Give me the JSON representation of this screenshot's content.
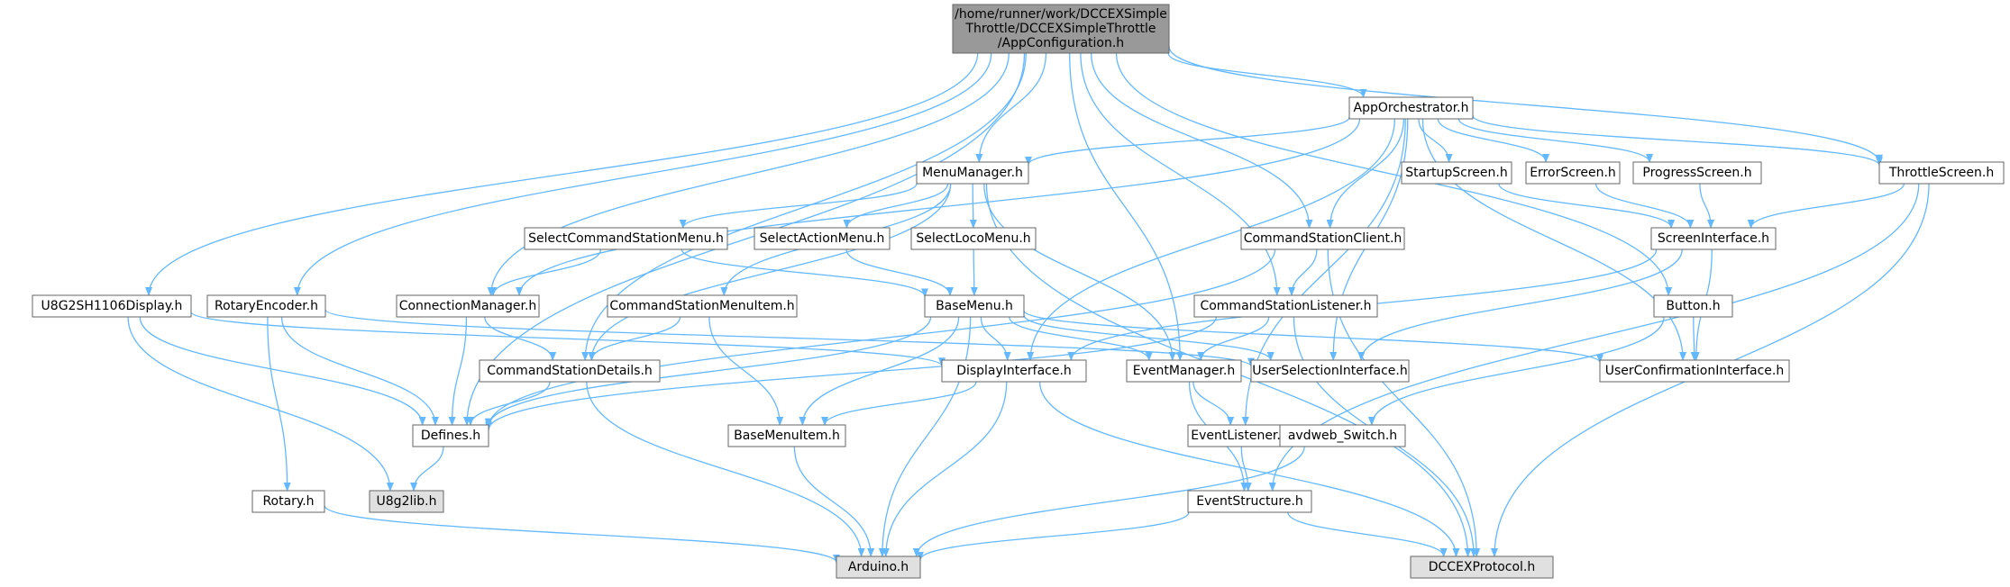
{
  "colors": {
    "edge": "#63b8ff",
    "node_fill": "#ffffff",
    "root_fill": "#999999",
    "external_fill": "#e0e0e0",
    "node_border": "#666666"
  },
  "nodes": [
    {
      "id": "root",
      "kind": "root",
      "lines": [
        "/home/runner/work/DCCEXSimple",
        "Throttle/DCCEXSimpleThrottle",
        "/AppConfiguration.h"
      ]
    },
    {
      "id": "apporch",
      "kind": "normal",
      "lines": [
        "AppOrchestrator.h"
      ]
    },
    {
      "id": "menumgr",
      "kind": "normal",
      "lines": [
        "MenuManager.h"
      ]
    },
    {
      "id": "startup",
      "kind": "normal",
      "lines": [
        "StartupScreen.h"
      ]
    },
    {
      "id": "error",
      "kind": "normal",
      "lines": [
        "ErrorScreen.h"
      ]
    },
    {
      "id": "progress",
      "kind": "normal",
      "lines": [
        "ProgressScreen.h"
      ]
    },
    {
      "id": "throttle",
      "kind": "normal",
      "lines": [
        "ThrottleScreen.h"
      ]
    },
    {
      "id": "selcmd",
      "kind": "normal",
      "lines": [
        "SelectCommandStationMenu.h"
      ]
    },
    {
      "id": "selaction",
      "kind": "normal",
      "lines": [
        "SelectActionMenu.h"
      ]
    },
    {
      "id": "selloco",
      "kind": "normal",
      "lines": [
        "SelectLocoMenu.h"
      ]
    },
    {
      "id": "csclient",
      "kind": "normal",
      "lines": [
        "CommandStationClient.h"
      ]
    },
    {
      "id": "screenif",
      "kind": "normal",
      "lines": [
        "ScreenInterface.h"
      ]
    },
    {
      "id": "u8g2disp",
      "kind": "normal",
      "lines": [
        "U8G2SH1106Display.h"
      ]
    },
    {
      "id": "rotenc",
      "kind": "normal",
      "lines": [
        "RotaryEncoder.h"
      ]
    },
    {
      "id": "connmgr",
      "kind": "normal",
      "lines": [
        "ConnectionManager.h"
      ]
    },
    {
      "id": "csmenuitem",
      "kind": "normal",
      "lines": [
        "CommandStationMenuItem.h"
      ]
    },
    {
      "id": "basemenu",
      "kind": "normal",
      "lines": [
        "BaseMenu.h"
      ]
    },
    {
      "id": "cslistener",
      "kind": "normal",
      "lines": [
        "CommandStationListener.h"
      ]
    },
    {
      "id": "button",
      "kind": "normal",
      "lines": [
        "Button.h"
      ]
    },
    {
      "id": "csdetails",
      "kind": "normal",
      "lines": [
        "CommandStationDetails.h"
      ]
    },
    {
      "id": "displayif",
      "kind": "normal",
      "lines": [
        "DisplayInterface.h"
      ]
    },
    {
      "id": "eventmgr",
      "kind": "normal",
      "lines": [
        "EventManager.h"
      ]
    },
    {
      "id": "userselif",
      "kind": "normal",
      "lines": [
        "UserSelectionInterface.h"
      ]
    },
    {
      "id": "userconfif",
      "kind": "normal",
      "lines": [
        "UserConfirmationInterface.h"
      ]
    },
    {
      "id": "defines",
      "kind": "normal",
      "lines": [
        "Defines.h"
      ]
    },
    {
      "id": "basemenuitem",
      "kind": "normal",
      "lines": [
        "BaseMenuItem.h"
      ]
    },
    {
      "id": "eventlistener",
      "kind": "normal",
      "lines": [
        "EventListener.h"
      ]
    },
    {
      "id": "avdweb",
      "kind": "normal",
      "lines": [
        "avdweb_Switch.h"
      ]
    },
    {
      "id": "rotary",
      "kind": "normal",
      "lines": [
        "Rotary.h"
      ]
    },
    {
      "id": "u8g2lib",
      "kind": "external",
      "lines": [
        "U8g2lib.h"
      ]
    },
    {
      "id": "eventstruct",
      "kind": "normal",
      "lines": [
        "EventStructure.h"
      ]
    },
    {
      "id": "arduino",
      "kind": "external",
      "lines": [
        "Arduino.h"
      ]
    },
    {
      "id": "dccexproto",
      "kind": "external",
      "lines": [
        "DCCEXProtocol.h"
      ]
    }
  ],
  "edges": [
    [
      "root",
      "apporch"
    ],
    [
      "root",
      "menumgr"
    ],
    [
      "root",
      "throttle"
    ],
    [
      "root",
      "csclient"
    ],
    [
      "root",
      "u8g2disp"
    ],
    [
      "root",
      "rotenc"
    ],
    [
      "root",
      "connmgr"
    ],
    [
      "root",
      "cslistener"
    ],
    [
      "root",
      "button"
    ],
    [
      "root",
      "csdetails"
    ],
    [
      "root",
      "eventmgr"
    ],
    [
      "root",
      "defines"
    ],
    [
      "apporch",
      "menumgr"
    ],
    [
      "apporch",
      "startup"
    ],
    [
      "apporch",
      "error"
    ],
    [
      "apporch",
      "progress"
    ],
    [
      "apporch",
      "throttle"
    ],
    [
      "apporch",
      "csclient"
    ],
    [
      "apporch",
      "connmgr"
    ],
    [
      "apporch",
      "displayif"
    ],
    [
      "apporch",
      "userselif"
    ],
    [
      "apporch",
      "userconfif"
    ],
    [
      "apporch",
      "eventlistener"
    ],
    [
      "menumgr",
      "selcmd"
    ],
    [
      "menumgr",
      "selaction"
    ],
    [
      "menumgr",
      "selloco"
    ],
    [
      "menumgr",
      "csmenuitem"
    ],
    [
      "menumgr",
      "csdetails"
    ],
    [
      "menumgr",
      "eventmgr"
    ],
    [
      "menumgr",
      "dccexproto"
    ],
    [
      "startup",
      "screenif"
    ],
    [
      "error",
      "screenif"
    ],
    [
      "progress",
      "screenif"
    ],
    [
      "throttle",
      "screenif"
    ],
    [
      "throttle",
      "eventstruct"
    ],
    [
      "throttle",
      "dccexproto"
    ],
    [
      "selcmd",
      "connmgr"
    ],
    [
      "selcmd",
      "basemenu"
    ],
    [
      "selaction",
      "basemenu"
    ],
    [
      "selloco",
      "basemenu"
    ],
    [
      "csclient",
      "defines"
    ],
    [
      "csclient",
      "cslistener"
    ],
    [
      "csclient",
      "dccexproto"
    ],
    [
      "screenif",
      "displayif"
    ],
    [
      "screenif",
      "userselif"
    ],
    [
      "screenif",
      "userconfif"
    ],
    [
      "u8g2disp",
      "displayif"
    ],
    [
      "u8g2disp",
      "defines"
    ],
    [
      "u8g2disp",
      "u8g2lib"
    ],
    [
      "rotenc",
      "userselif"
    ],
    [
      "rotenc",
      "defines"
    ],
    [
      "rotenc",
      "rotary"
    ],
    [
      "connmgr",
      "csdetails"
    ],
    [
      "connmgr",
      "defines"
    ],
    [
      "csmenuitem",
      "csdetails"
    ],
    [
      "csmenuitem",
      "basemenuitem"
    ],
    [
      "basemenu",
      "displayif"
    ],
    [
      "basemenu",
      "eventmgr"
    ],
    [
      "basemenu",
      "userselif"
    ],
    [
      "basemenu",
      "userconfif"
    ],
    [
      "basemenu",
      "defines"
    ],
    [
      "basemenu",
      "basemenuitem"
    ],
    [
      "basemenu",
      "arduino"
    ],
    [
      "cslistener",
      "eventmgr"
    ],
    [
      "cslistener",
      "defines"
    ],
    [
      "cslistener",
      "dccexproto"
    ],
    [
      "button",
      "avdweb"
    ],
    [
      "button",
      "userconfif"
    ],
    [
      "csdetails",
      "defines"
    ],
    [
      "csdetails",
      "arduino"
    ],
    [
      "displayif",
      "basemenuitem"
    ],
    [
      "displayif",
      "arduino"
    ],
    [
      "displayif",
      "dccexproto"
    ],
    [
      "eventmgr",
      "eventlistener"
    ],
    [
      "eventmgr",
      "eventstruct"
    ],
    [
      "defines",
      "u8g2lib"
    ],
    [
      "basemenuitem",
      "arduino"
    ],
    [
      "eventlistener",
      "eventstruct"
    ],
    [
      "avdweb",
      "arduino"
    ],
    [
      "rotary",
      "arduino"
    ],
    [
      "eventstruct",
      "arduino"
    ],
    [
      "eventstruct",
      "dccexproto"
    ]
  ]
}
